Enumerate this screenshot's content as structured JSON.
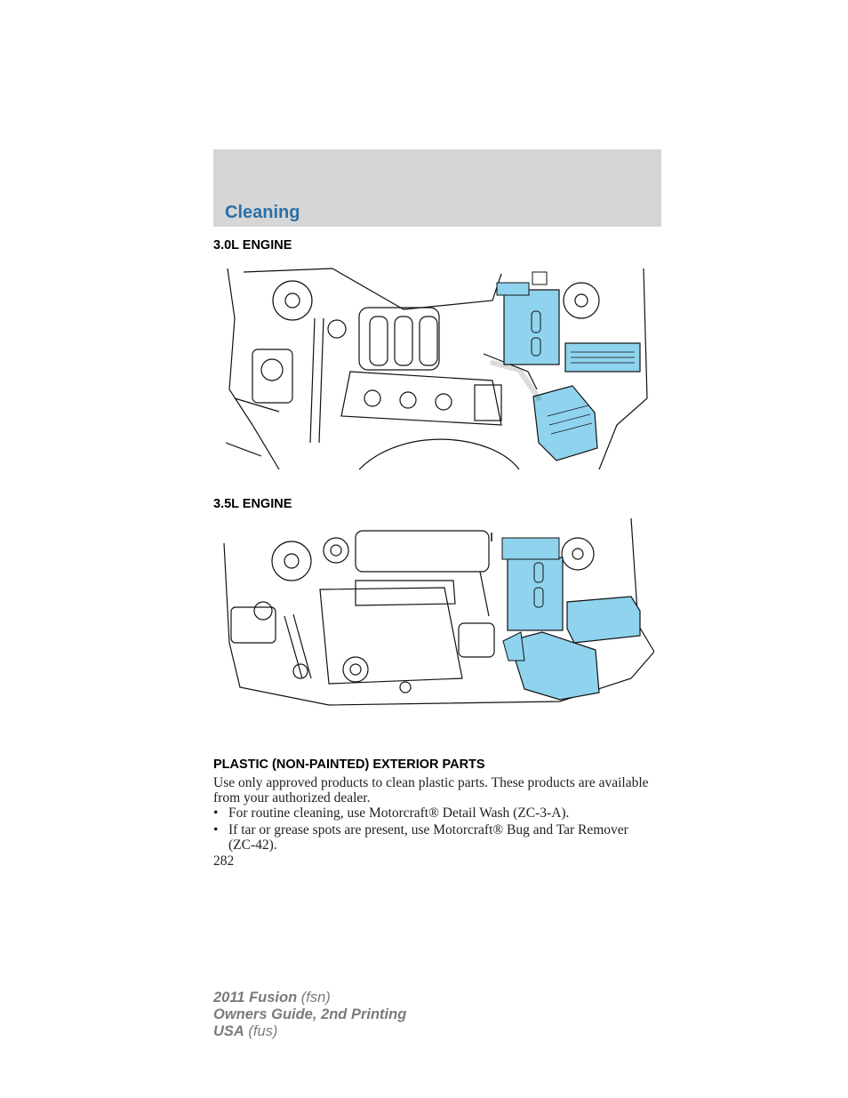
{
  "header": {
    "section_title": "Cleaning"
  },
  "sections": {
    "engine_30": "3.0L ENGINE",
    "engine_35": "3.5L ENGINE",
    "plastic": "PLASTIC (NON-PAINTED) EXTERIOR PARTS"
  },
  "body": {
    "intro": "Use only approved products to clean plastic parts. These products are available from your authorized dealer.",
    "bullets": [
      "For routine cleaning, use Motorcraft® Detail Wash (ZC-3-A).",
      "If tar or grease spots are present, use Motorcraft® Bug and Tar Remover (ZC-42)."
    ]
  },
  "page_number": "282",
  "footer": {
    "line1_bold": "2011 Fusion",
    "line1_rest": " (fsn)",
    "line2": "Owners Guide, 2nd Printing",
    "line3_bold": "USA",
    "line3_rest": " (fus)"
  },
  "colors": {
    "highlight": "#8fd3ee",
    "header_band": "#d6d6d6",
    "header_text": "#2a6fa8"
  }
}
